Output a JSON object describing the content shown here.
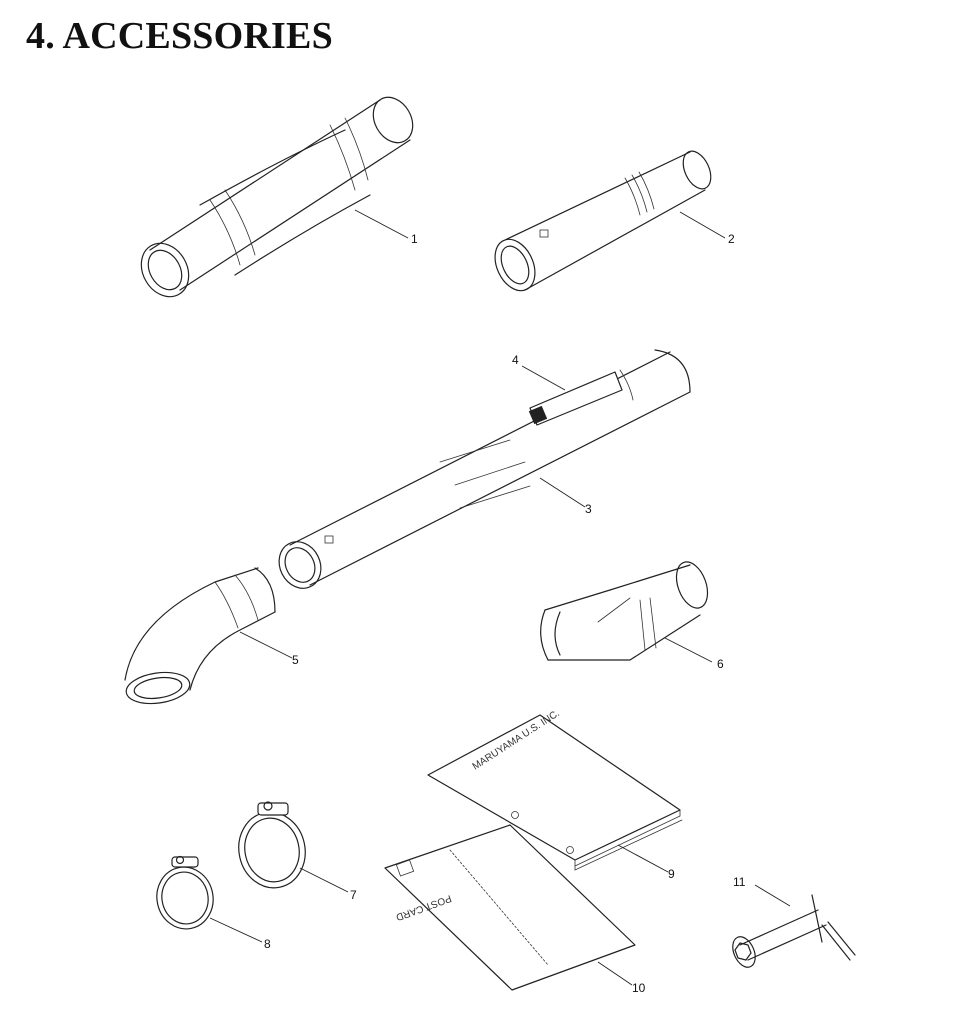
{
  "title": "4. ACCESSORIES",
  "parts": [
    {
      "number": "1"
    },
    {
      "number": "2"
    },
    {
      "number": "3"
    },
    {
      "number": "4"
    },
    {
      "number": "5"
    },
    {
      "number": "6"
    },
    {
      "number": "7"
    },
    {
      "number": "8"
    },
    {
      "number": "9"
    },
    {
      "number": "10"
    },
    {
      "number": "11"
    }
  ],
  "manual_cover_text": "MARUYAMA U.S. INC.",
  "card_text": "POST CARD"
}
